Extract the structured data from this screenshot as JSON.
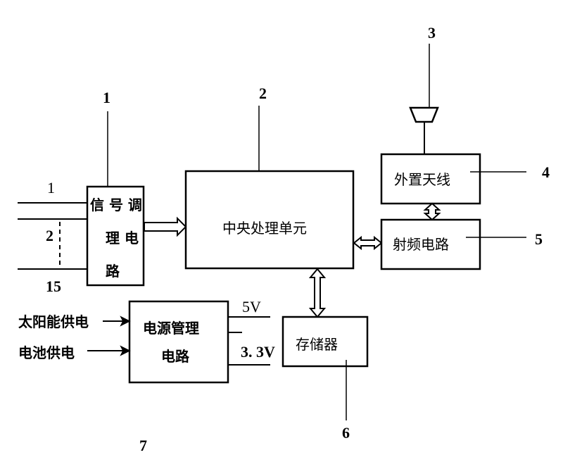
{
  "blocks": {
    "signal_conditioning": {
      "line1": "信 号 调",
      "line2": "理  电",
      "line3": "路",
      "ref": "1"
    },
    "cpu": {
      "label": "中央处理单元",
      "ref": "2"
    },
    "antenna_symbol": {
      "ref": "3"
    },
    "external_antenna": {
      "label": "外置天线",
      "ref": "4"
    },
    "rf_circuit": {
      "label": "射频电路",
      "ref": "5"
    },
    "storage": {
      "label": "存储器",
      "ref": "6"
    },
    "power_management": {
      "line1": "电源管理",
      "line2": "电路",
      "ref": "7"
    }
  },
  "inputs": {
    "channel_first": "1",
    "channel_middle": "2",
    "channel_last": "15"
  },
  "power_inputs": {
    "solar": "太阳能供电",
    "battery": "电池供电"
  },
  "voltages": {
    "v5": "5V",
    "v33": "3. 3V"
  }
}
